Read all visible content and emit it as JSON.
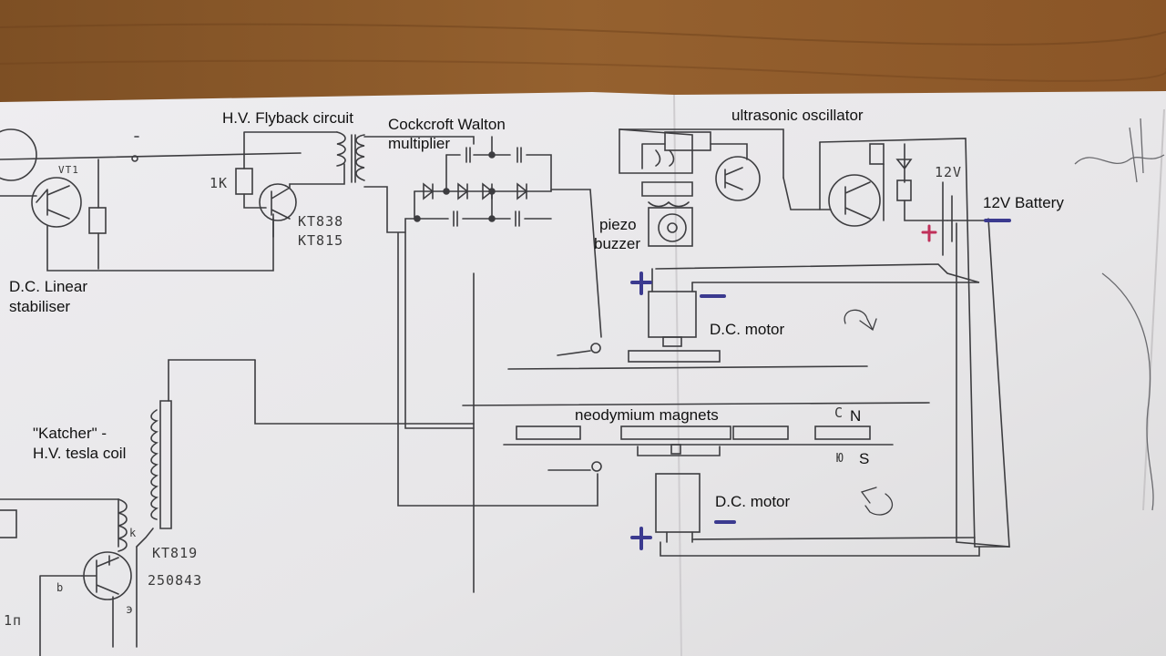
{
  "labels": {
    "flyback": "H.V. Flyback circuit",
    "cockcroft_line1": "Cockcroft Walton",
    "cockcroft_line2": "multiplier",
    "ultrasonic": "ultrasonic oscillator",
    "battery": "12V Battery",
    "piezo_line1": "piezo",
    "piezo_line2": "buzzer",
    "linear_line1": "D.C. Linear",
    "linear_line2": "stabiliser",
    "motor_top": "D.C. motor",
    "motor_bottom": "D.C. motor",
    "magnets": "neodymium magnets",
    "pole_n": "N",
    "pole_s": "S",
    "katcher_line1": "\"Katcher\" -",
    "katcher_line2": "H.V. tesla coil"
  },
  "handwritten": {
    "resistor_1k": "1K",
    "flyback_transistor_1": "KT838",
    "flyback_transistor_2": "KT815",
    "katcher_transistor_1": "KT819",
    "katcher_transistor_2": "250843",
    "battery_voltage": "12V",
    "stabiliser_transistor": "VT1",
    "pin_b": "b",
    "pin_e": "э",
    "pin_k": "k",
    "bottom_left": "1п",
    "pole_n_mark": "C",
    "pole_s_mark": "Ю"
  },
  "colors": {
    "paper": "#e9e8ea",
    "ink": "#3d3d40",
    "marker_blue": "#3b3a8f",
    "marker_red": "#c0305a",
    "wood": "#8a5a2c"
  }
}
